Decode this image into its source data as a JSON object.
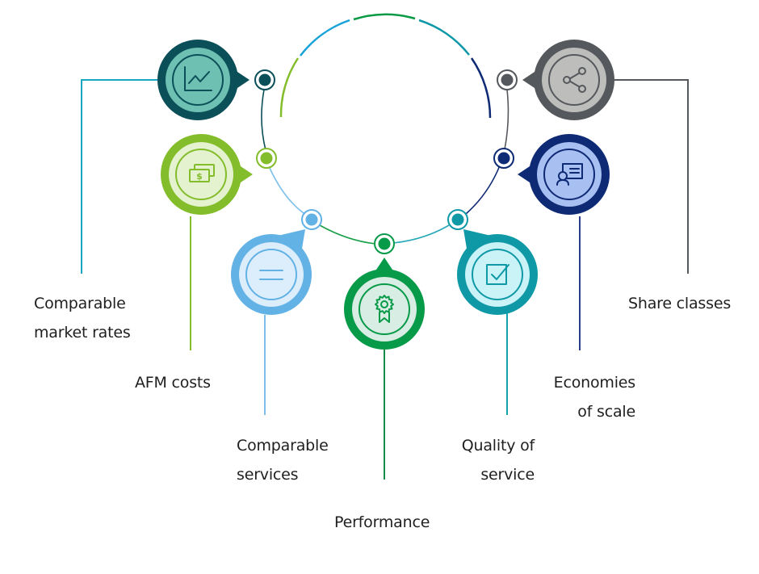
{
  "title": "Factors diagram",
  "top_arc_colors": [
    "#84bd2b",
    "#15a1d9",
    "#0a9a45",
    "#0d98a8",
    "#0f2a75"
  ],
  "nodes": [
    {
      "id": "market-rates",
      "label_lines": [
        "Comparable",
        "market rates"
      ],
      "icon": "line-chart-icon",
      "ring": "#0b4f59",
      "fill": "#6ec0b2",
      "icon_color": "#0b4f59",
      "leader": "#1aa5c3"
    },
    {
      "id": "afm-costs",
      "label_lines": [
        "AFM costs"
      ],
      "icon": "money-icon",
      "ring": "#84bd2b",
      "fill": "#e4f2cf",
      "icon_color": "#84bd2b",
      "leader": "#84bd2b"
    },
    {
      "id": "comparable-services",
      "label_lines": [
        "Comparable",
        "services"
      ],
      "icon": "equals-icon",
      "ring": "#62b2e6",
      "fill": "#dcedfb",
      "icon_color": "#62b2e6",
      "leader": "#7cc0ea"
    },
    {
      "id": "performance",
      "label_lines": [
        "Performance"
      ],
      "icon": "award-ribbon-icon",
      "ring": "#079a48",
      "fill": "#d8ede3",
      "icon_color": "#079a48",
      "leader": "#158a4b"
    },
    {
      "id": "quality-of-service",
      "label_lines": [
        "Quality of",
        "service"
      ],
      "icon": "checkbox-icon",
      "ring": "#0f99a6",
      "fill": "#c9f3f7",
      "icon_color": "#0f99a6",
      "leader": "#12a2b0"
    },
    {
      "id": "economies-of-scale",
      "label_lines": [
        "Economies",
        "of scale"
      ],
      "icon": "id-card-icon",
      "ring": "#0f2a75",
      "fill": "#a7bff1",
      "icon_color": "#0f2a75",
      "leader": "#2a3d8c"
    },
    {
      "id": "share-classes",
      "label_lines": [
        "Share classes"
      ],
      "icon": "share-icon",
      "ring": "#55585c",
      "fill": "#bdbdbb",
      "icon_color": "#55585c",
      "leader": "#55585c"
    }
  ]
}
